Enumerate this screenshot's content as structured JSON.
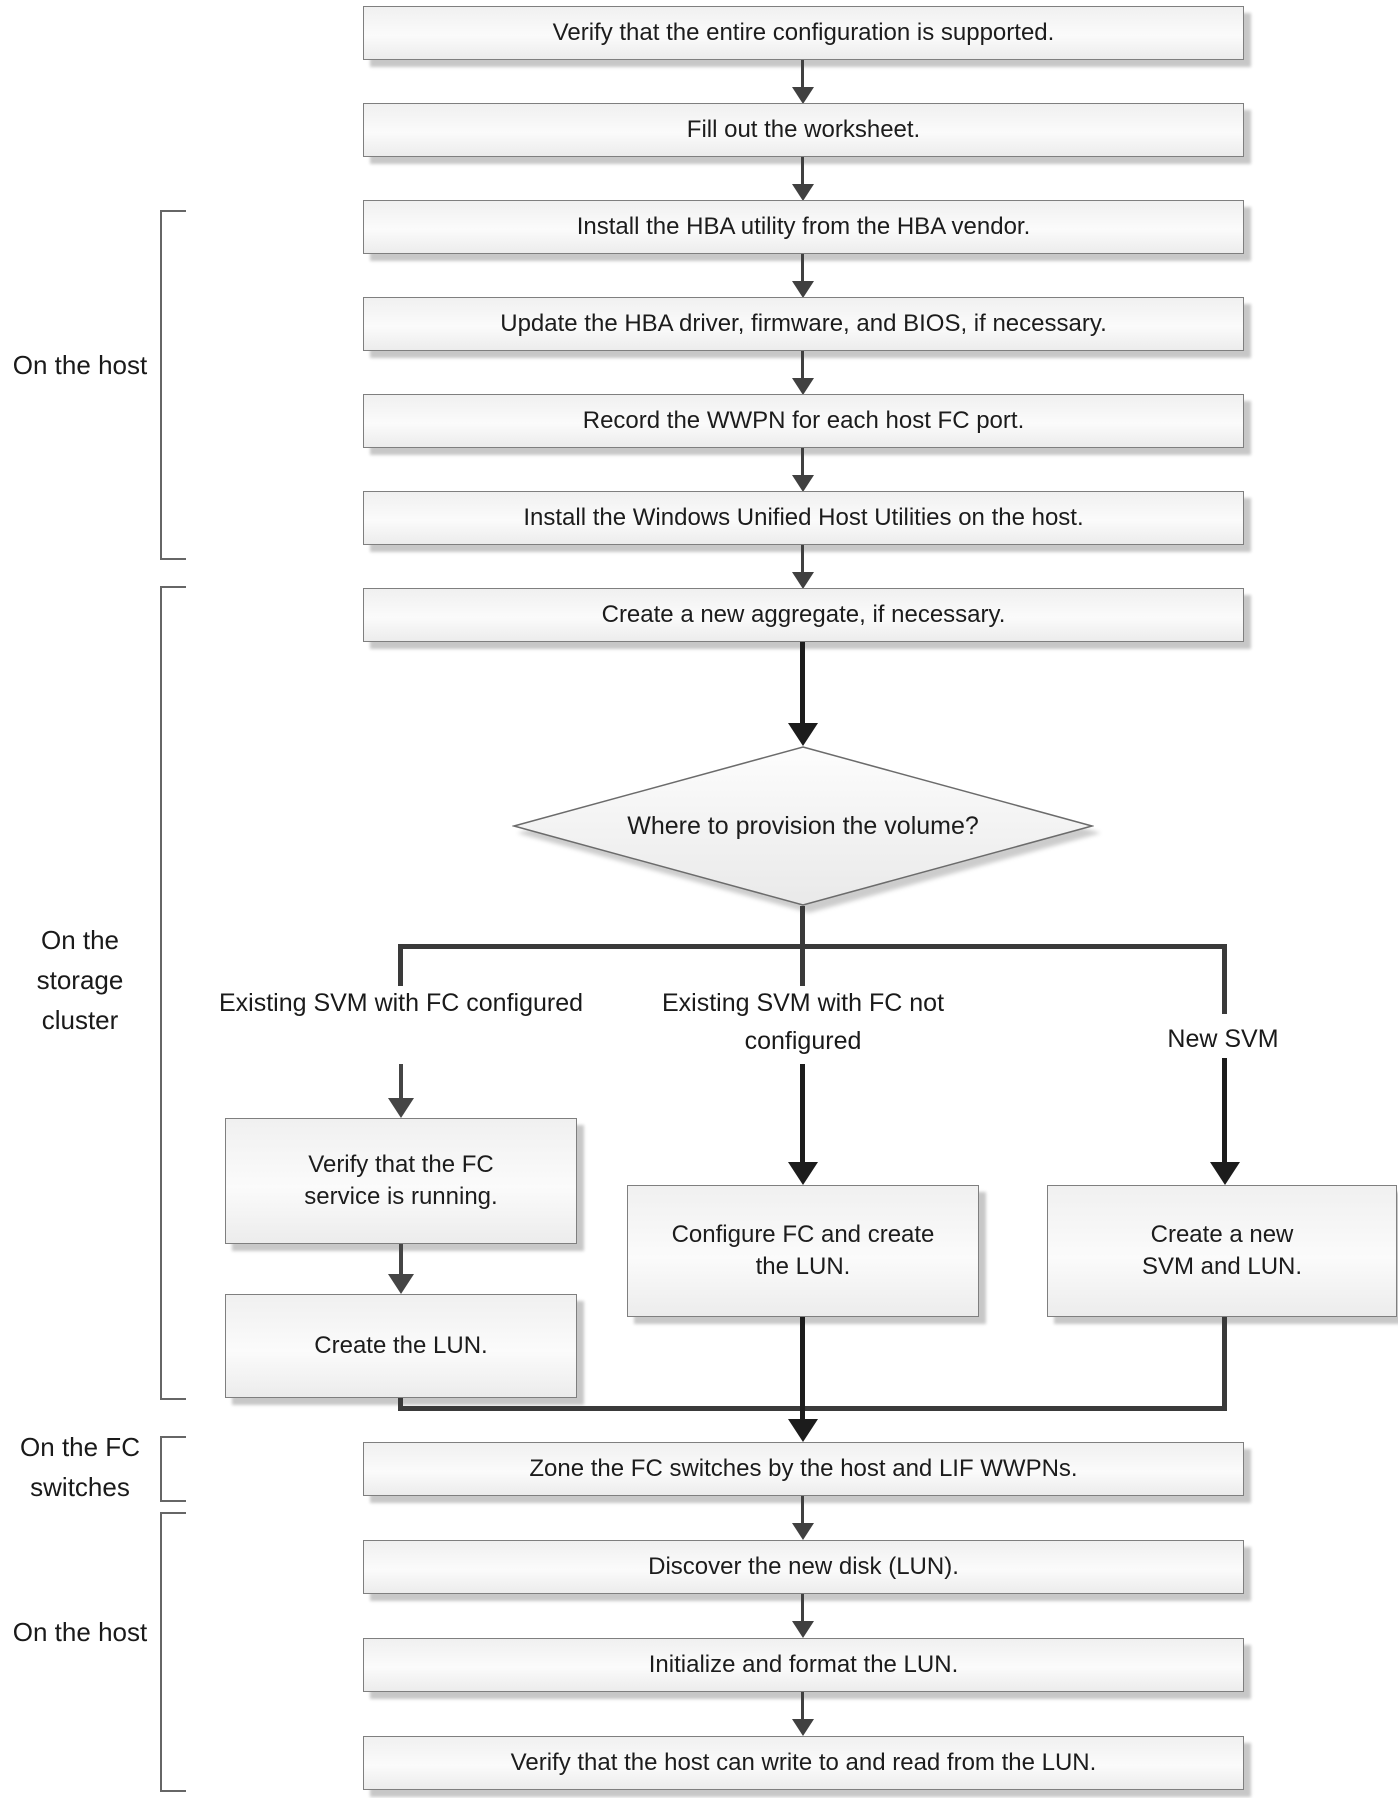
{
  "sections": [
    {
      "id": "host-top",
      "label_lines": [
        "On the",
        "host"
      ]
    },
    {
      "id": "storage-cluster",
      "label_lines": [
        "On the",
        "storage",
        "cluster"
      ]
    },
    {
      "id": "fc-switches",
      "label_lines": [
        "On the FC",
        "switches"
      ]
    },
    {
      "id": "host-bottom",
      "label_lines": [
        "On the",
        "host"
      ]
    }
  ],
  "main_steps": [
    {
      "lines": [
        "Verify that the entire configuration is supported."
      ]
    },
    {
      "lines": [
        "Fill out the worksheet."
      ]
    },
    {
      "lines": [
        "Install the HBA utility from the HBA vendor."
      ]
    },
    {
      "lines": [
        "Update the HBA driver, firmware, and BIOS, if necessary."
      ]
    },
    {
      "lines": [
        "Record the WWPN for each host FC port."
      ]
    },
    {
      "lines": [
        "Install the Windows Unified Host Utilities on the host."
      ]
    },
    {
      "lines": [
        "Create a new aggregate, if necessary."
      ]
    }
  ],
  "decision": {
    "question": "Where to provision the volume?"
  },
  "branches": [
    {
      "label_lines": [
        "Existing SVM with",
        "FC configured"
      ],
      "steps": [
        {
          "lines": [
            "Verify that the FC",
            "service is running."
          ]
        },
        {
          "lines": [
            "Create the LUN."
          ]
        }
      ]
    },
    {
      "label_lines": [
        "Existing SVM with",
        "FC not configured"
      ],
      "steps": [
        {
          "lines": [
            "Configure FC and create",
            "the LUN."
          ]
        }
      ]
    },
    {
      "label_lines": [
        "New SVM"
      ],
      "steps": [
        {
          "lines": [
            "Create a new",
            "SVM and LUN."
          ]
        }
      ]
    }
  ],
  "final_steps": [
    {
      "lines": [
        "Zone the FC switches by the host and LIF WWPNs."
      ]
    },
    {
      "lines": [
        "Discover the new disk (LUN)."
      ]
    },
    {
      "lines": [
        "Initialize and format the LUN."
      ]
    },
    {
      "lines": [
        "Verify that the host can write to and read from the LUN."
      ]
    }
  ],
  "colors": {
    "box_border": "#7f7f7f",
    "box_fill_top": "#f0f0f0",
    "box_fill_bottom": "#ececec",
    "connector": "#3a3a3a",
    "thick_arrow": "#1c1c1c",
    "text": "#1c1c1c"
  }
}
